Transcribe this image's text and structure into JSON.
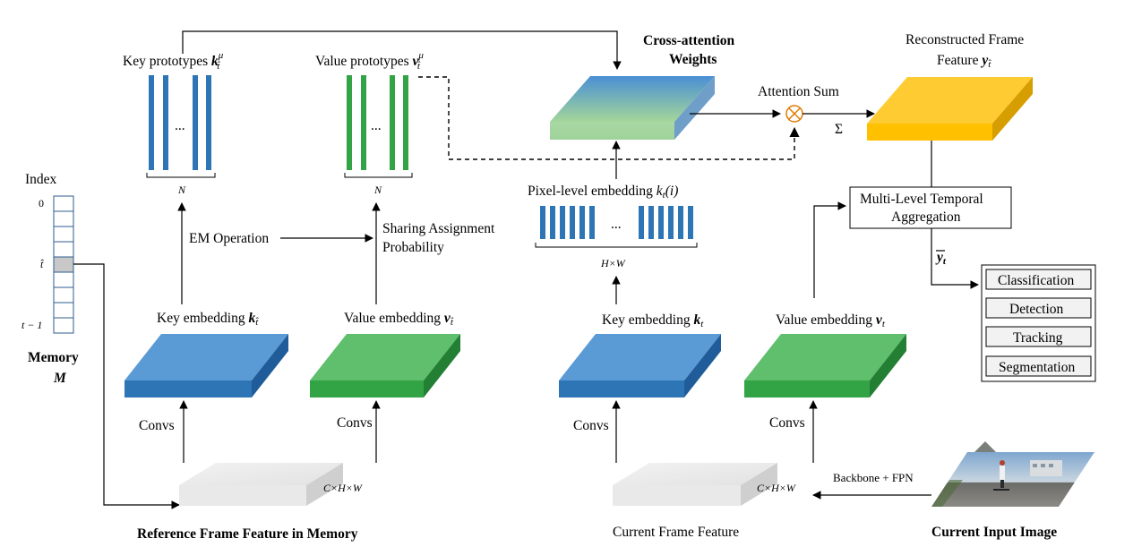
{
  "titles": {
    "cross_attention_line1": "Cross-attention",
    "cross_attention_line2": "Weights",
    "reconstructed_line1": "Reconstructed Frame",
    "reconstructed_line2": "Feature",
    "reconstructed_symbol": "y",
    "reconstructed_sub": "t̂",
    "reference_frame": "Reference Frame Feature in Memory",
    "current_frame": "Current Frame Feature",
    "current_input": "Current Input Image"
  },
  "prototypes": {
    "key_label": "Key prototypes",
    "key_symbol": "k",
    "key_sup": "μ",
    "key_sub": "t̂",
    "value_label": "Value prototypes",
    "value_symbol": "v",
    "value_sup": "μ",
    "value_sub": "t̂",
    "ellipsis": "...",
    "count": "N"
  },
  "operations": {
    "em_operation": "EM Operation",
    "sharing_line1": "Sharing Assignment",
    "sharing_line2": "Probability",
    "attention_sum": "Attention Sum",
    "sigma": "Σ",
    "convs": "Convs",
    "backbone": "Backbone + FPN",
    "mlta_line1": "Multi-Level Temporal",
    "mlta_line2": "Aggregation",
    "pixel_label": "Pixel-level embedding",
    "pixel_symbol": "k",
    "pixel_sub": "t",
    "pixel_arg": "(i)",
    "pixel_count": "H×W",
    "chw": "C×H×W",
    "ybar": "y",
    "ybar_sub": "t"
  },
  "embeddings": {
    "ref_key_label": "Key embedding",
    "ref_key_symbol": "k",
    "ref_key_sub": "t̂",
    "ref_value_label": "Value embedding",
    "ref_value_symbol": "v",
    "ref_value_sub": "t̂",
    "cur_key_label": "Key embedding",
    "cur_key_symbol": "k",
    "cur_key_sub": "t",
    "cur_value_label": "Value embedding",
    "cur_value_symbol": "v",
    "cur_value_sub": "t"
  },
  "memory": {
    "index_label": "Index",
    "row_0": "0",
    "row_that": "t̂",
    "row_last": "t − 1",
    "name": "Memory",
    "symbol": "M"
  },
  "tasks": [
    "Classification",
    "Detection",
    "Tracking",
    "Segmentation"
  ],
  "colors": {
    "key_blue": "#2e7fc2",
    "value_green": "#36b24a",
    "output_yellow": "#ffc000",
    "frame_gray": "#e6e6e6",
    "memory_highlight": "#c8c8c8"
  }
}
